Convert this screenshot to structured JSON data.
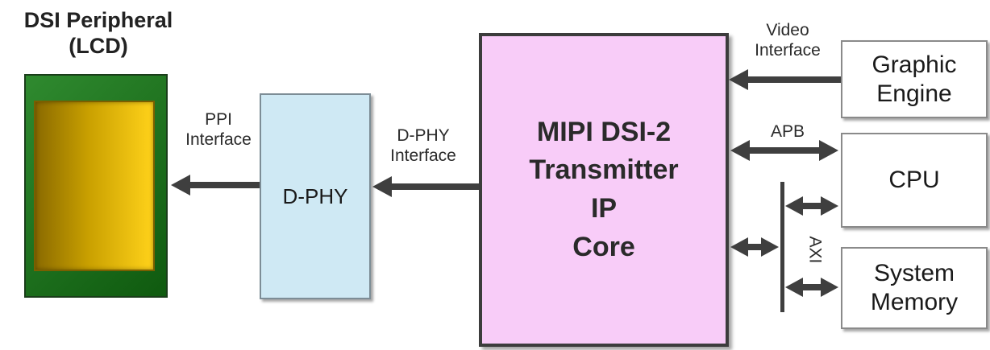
{
  "peripheral": {
    "title_line1": "DSI Peripheral",
    "title_line2": "(LCD)"
  },
  "ppi": {
    "line1": "PPI",
    "line2": "Interface"
  },
  "dphy_block": {
    "label": "D-PHY"
  },
  "dphy_interface": {
    "line1": "D-PHY",
    "line2": "Interface"
  },
  "core": {
    "line1": "MIPI DSI-2",
    "line2": "Transmitter",
    "line3": "IP",
    "line4": "Core"
  },
  "video_interface": {
    "line1": "Video",
    "line2": "Interface"
  },
  "apb": {
    "label": "APB"
  },
  "axi": {
    "label": "AXI"
  },
  "graphic_engine": {
    "line1": "Graphic",
    "line2": "Engine"
  },
  "cpu": {
    "label": "CPU"
  },
  "system_memory": {
    "line1": "System",
    "line2": "Memory"
  },
  "colors": {
    "arrow": "#3f3f3f",
    "core_fill": "#f8ccf8",
    "dphy_fill": "#cfe9f4",
    "lcd_frame": "#1f7a1f",
    "lcd_screen": "#e0b400"
  }
}
